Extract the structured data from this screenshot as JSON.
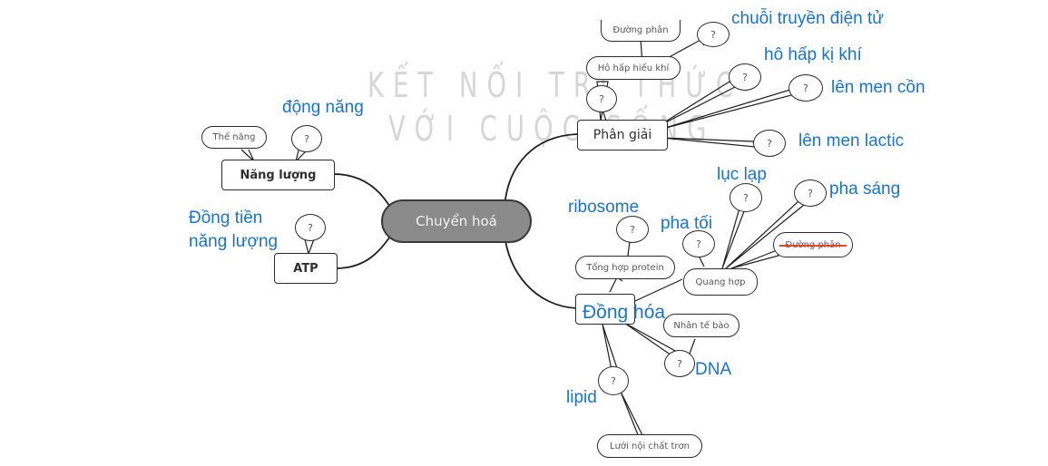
{
  "watermark": {
    "line1": "KẾT NỐI TRI THỨC",
    "line2": "VỚI CUỘC SỐNG"
  },
  "center": {
    "label": "Chuyển hoá"
  },
  "branches": {
    "nang_luong": {
      "label": "Năng lượng",
      "bubbles": {
        "the_nang": "Thế năng",
        "question": "?"
      },
      "answers": {
        "dong_nang": "động năng"
      }
    },
    "atp": {
      "label": "ATP",
      "bubbles": {
        "question": "?"
      },
      "answers": {
        "dong_tien_line1": "Đồng tiền",
        "dong_tien_line2": "năng lượng"
      }
    },
    "phan_giai": {
      "label": "Phân giải",
      "bubbles": {
        "ho_hap_hieu_khi": "Hô hấp hiếu khí",
        "duong_phan": "Đường phân",
        "q_chuoi": "?",
        "q_hieu_khi_sub": "?",
        "q_ki_khi": "?",
        "q_men_con": "?",
        "q_men_lactic": "?"
      },
      "answers": {
        "chuoi_truyen_dien_tu": "chuỗi truyền điện tử",
        "ho_hap_ki_khi": "hô hấp kị khí",
        "len_men_con": "lên men cồn",
        "len_men_lactic": "lên men lactic"
      }
    },
    "dong_hoa": {
      "label": "Đồng hóa",
      "bubbles": {
        "tong_hop_protein": "Tổng hợp protein",
        "q_ribosome": "?",
        "quang_hop": "Quang hợp",
        "q_pha_toi": "?",
        "q_luc_lap": "?",
        "q_pha_sang": "?",
        "duong_phan_struck": "Đường phân",
        "nhan_te_bao": "Nhân tế bào",
        "q_dna": "?",
        "q_lipid": "?",
        "luoi_noi_chat_tron": "Lưới nội chất trơn"
      },
      "answers": {
        "ribosome": "ribosome",
        "pha_toi": "pha tối",
        "luc_lap": "lục lạp",
        "pha_sang": "pha sáng",
        "dna": "DNA",
        "lipid": "lipid"
      }
    }
  },
  "colors": {
    "answer_text": "#1a73c9",
    "center_fill": "#8a8a8a",
    "strike_line": "#e5452b"
  }
}
